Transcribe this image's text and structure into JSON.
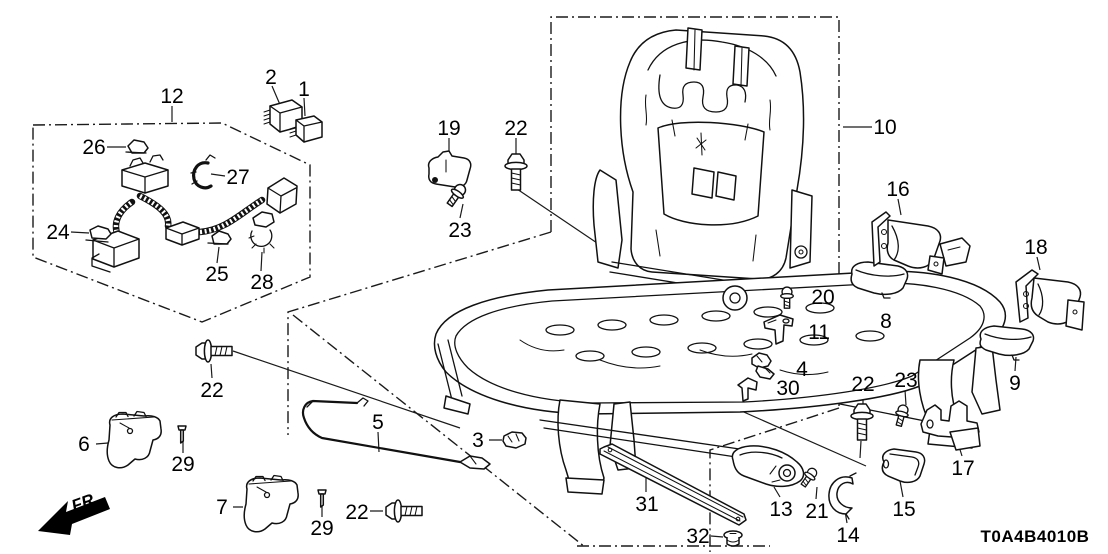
{
  "diagram": {
    "code": "T0A4B4010B",
    "direction_label": "FR.",
    "background_color": "#ffffff",
    "line_color": "#111111"
  },
  "part_labels": [
    "2",
    "1",
    "12",
    "26",
    "27",
    "24",
    "25",
    "28",
    "19",
    "22",
    "23",
    "10",
    "16",
    "18",
    "8",
    "9",
    "20",
    "11",
    "4",
    "30",
    "22",
    "23",
    "17",
    "13",
    "21",
    "14",
    "15",
    "22",
    "5",
    "3",
    "6",
    "29",
    "7",
    "29",
    "22",
    "31",
    "32"
  ]
}
